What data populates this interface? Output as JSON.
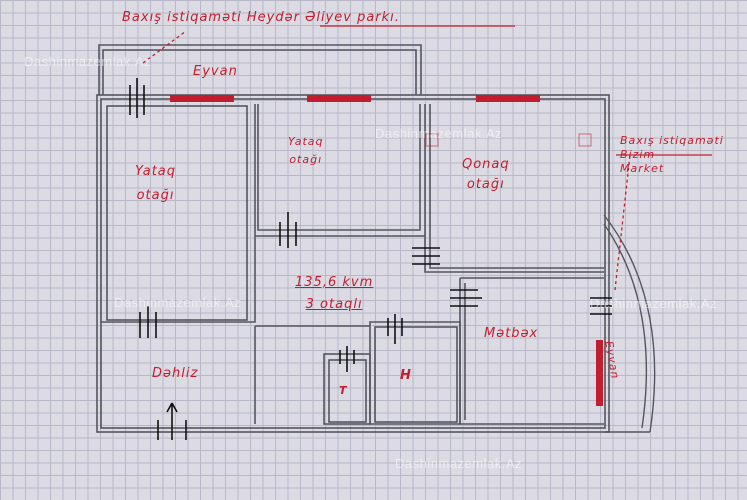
{
  "header_note": "Baxış istiqaməti Heydər Əliyev parkı.",
  "side_note": {
    "line1": "Baxış istiqaməti",
    "line2": "Bizim",
    "line3": "Market"
  },
  "rooms": {
    "balcony_top": "Eyvan",
    "bedroom_left_1": "Yataq",
    "bedroom_left_2": "otağı",
    "bedroom_mid_1": "Yataq",
    "bedroom_mid_2": "otağı",
    "guest_room_1": "Qonaq",
    "guest_room_2": "otağı",
    "hallway": "Dəhliz",
    "kitchen": "Mətbəx",
    "toilet": "T",
    "bath": "H",
    "balcony_side": "Eyvan"
  },
  "area": {
    "value": "135,6 kvm",
    "rooms": "3 otaqlı"
  },
  "watermark": "Dashinmazemlak.Az",
  "colors": {
    "ink": "#c21d2e",
    "wall": "#55555f",
    "paper": "#dcdbe3"
  }
}
